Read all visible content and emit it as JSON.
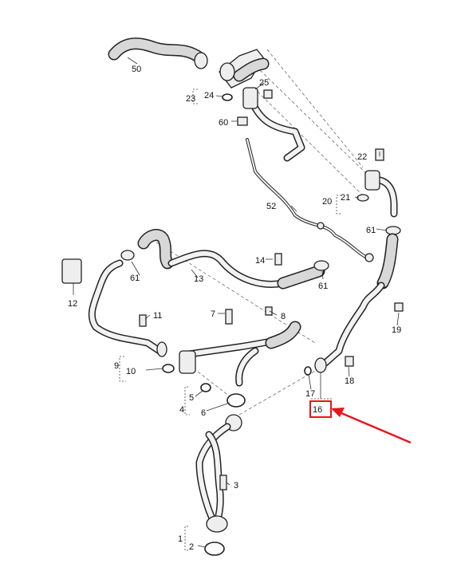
{
  "diagram": {
    "highlight_color": "#e8141b",
    "highlighted_label": "16",
    "labels": [
      {
        "id": "l50",
        "text": "50"
      },
      {
        "id": "l25",
        "text": "25"
      },
      {
        "id": "l23",
        "text": "23"
      },
      {
        "id": "l24",
        "text": "24"
      },
      {
        "id": "l60",
        "text": "60"
      },
      {
        "id": "l22",
        "text": "22"
      },
      {
        "id": "l21",
        "text": "21"
      },
      {
        "id": "l20",
        "text": "20"
      },
      {
        "id": "l52",
        "text": "52"
      },
      {
        "id": "l61a",
        "text": "61"
      },
      {
        "id": "l14",
        "text": "14"
      },
      {
        "id": "l12",
        "text": "12"
      },
      {
        "id": "l61b",
        "text": "61"
      },
      {
        "id": "l13",
        "text": "13"
      },
      {
        "id": "l61c",
        "text": "61"
      },
      {
        "id": "l11",
        "text": "11"
      },
      {
        "id": "l7",
        "text": "7"
      },
      {
        "id": "l8",
        "text": "8"
      },
      {
        "id": "l19",
        "text": "19"
      },
      {
        "id": "l9",
        "text": "9"
      },
      {
        "id": "l10",
        "text": "10"
      },
      {
        "id": "l18",
        "text": "18"
      },
      {
        "id": "l5",
        "text": "5"
      },
      {
        "id": "l17",
        "text": "17"
      },
      {
        "id": "l4",
        "text": "4"
      },
      {
        "id": "l6",
        "text": "6"
      },
      {
        "id": "l16",
        "text": "16"
      },
      {
        "id": "l3",
        "text": "3"
      },
      {
        "id": "l1",
        "text": "1"
      },
      {
        "id": "l2",
        "text": "2"
      }
    ]
  }
}
